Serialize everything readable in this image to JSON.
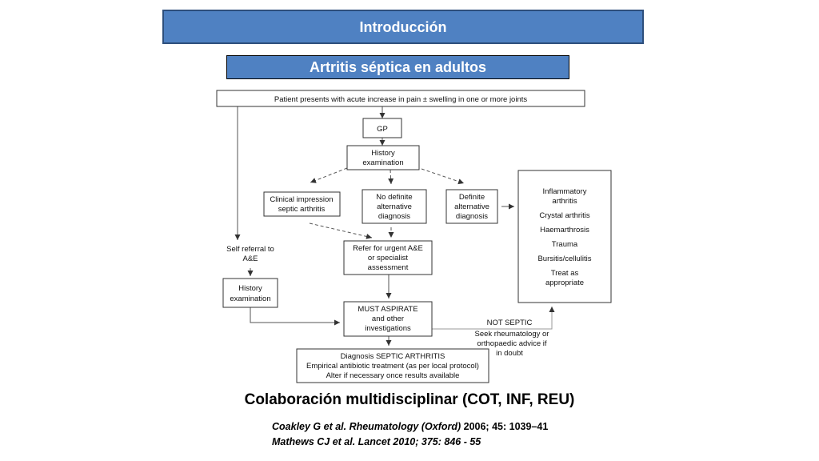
{
  "header": {
    "title": "Introducción",
    "subtitle": "Artritis séptica en adultos"
  },
  "flowchart": {
    "nodes": [
      {
        "id": "presents",
        "lines": [
          "Patient presents with acute increase in pain ± swelling in one or more joints"
        ]
      },
      {
        "id": "gp",
        "lines": [
          "GP"
        ]
      },
      {
        "id": "history1",
        "lines": [
          "History",
          "examination"
        ]
      },
      {
        "id": "impression",
        "lines": [
          "Clinical impression",
          "septic arthritis"
        ]
      },
      {
        "id": "nodefinite",
        "lines": [
          "No definite",
          "alternative",
          "diagnosis"
        ]
      },
      {
        "id": "definite",
        "lines": [
          "Definite",
          "alternative",
          "diagnosis"
        ]
      },
      {
        "id": "alternatives",
        "lines": [
          "Inflammatory",
          "arthritis",
          "Crystal arthritis",
          "Haemarthrosis",
          "Trauma",
          "Bursitis/cellulitis",
          "Treat as",
          "appropriate"
        ]
      },
      {
        "id": "refer",
        "lines": [
          "Refer for urgent A&E",
          "or specialist",
          "assessment"
        ]
      },
      {
        "id": "history2",
        "lines": [
          "History",
          "examination"
        ]
      },
      {
        "id": "aspirate",
        "lines": [
          "MUST ASPIRATE",
          "and other",
          "investigations"
        ]
      },
      {
        "id": "diagnosis",
        "lines": [
          "Diagnosis SEPTIC ARTHRITIS",
          "Empirical antibiotic treatment  (as per local protocol)",
          "Alter if necessary once results available"
        ]
      }
    ],
    "free_labels": [
      {
        "id": "self-referral",
        "lines": [
          "Self referral to",
          "A&E"
        ]
      },
      {
        "id": "not-septic",
        "lines": [
          "NOT SEPTIC",
          "Seek rheumatology or",
          "orthopaedic advice if",
          "in doubt"
        ]
      }
    ]
  },
  "conclusion": "Colaboración multidisciplinar (COT, INF, REU)",
  "references": [
    {
      "source": "Coakley G et al. Rheumatology (Oxford)",
      "details": " 2006; 45: 1039–41"
    },
    {
      "source": "Mathews CJ et al. Lancet 2010; 375: 846 - 55",
      "details": ""
    }
  ]
}
